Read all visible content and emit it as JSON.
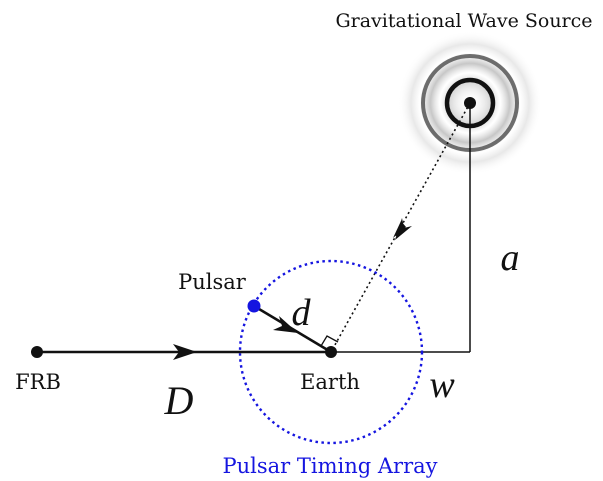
{
  "labels": {
    "source": "Gravitational Wave Source",
    "pulsar": "Pulsar",
    "earth": "Earth",
    "frb": "FRB",
    "pta": "Pulsar Timing Array",
    "d": "d",
    "D": "D",
    "a": "a",
    "w": "w"
  },
  "colors": {
    "ink": "#111111",
    "pulsar": "#1515e0",
    "array_ring": "#1515e0",
    "wave_rings": "#444444"
  }
}
